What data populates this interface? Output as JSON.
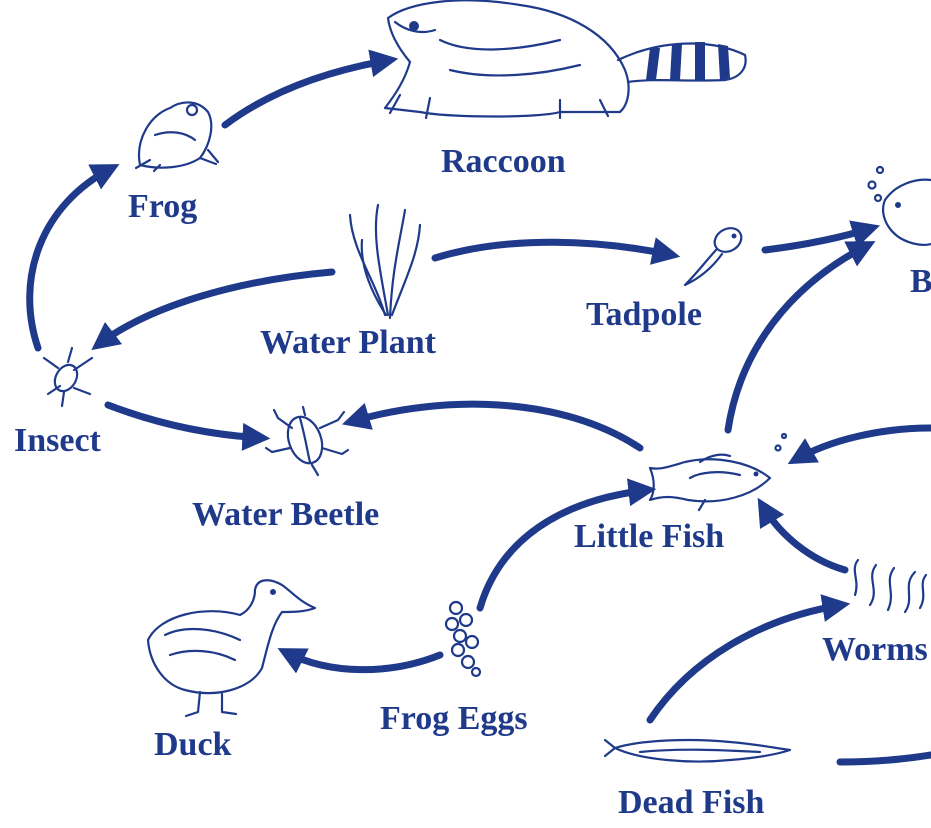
{
  "labels": {
    "raccoon": "Raccoon",
    "frog": "Frog",
    "water_plant": "Water Plant",
    "tadpole": "Tadpole",
    "big_fish_partial": "B",
    "insect": "Insect",
    "water_beetle": "Water Beetle",
    "little_fish": "Little Fish",
    "worms_partial": "Worms",
    "duck": "Duck",
    "frog_eggs": "Frog Eggs",
    "dead_fish": "Dead Fish"
  },
  "colors": {
    "ink": "#1f3a8a",
    "background": "#ffffff"
  },
  "icons": [
    "raccoon-icon",
    "frog-icon",
    "water-plant-icon",
    "tadpole-icon",
    "big-fish-icon",
    "insect-icon",
    "water-beetle-icon",
    "little-fish-icon",
    "worms-icon",
    "duck-icon",
    "frog-eggs-icon",
    "dead-fish-icon"
  ]
}
